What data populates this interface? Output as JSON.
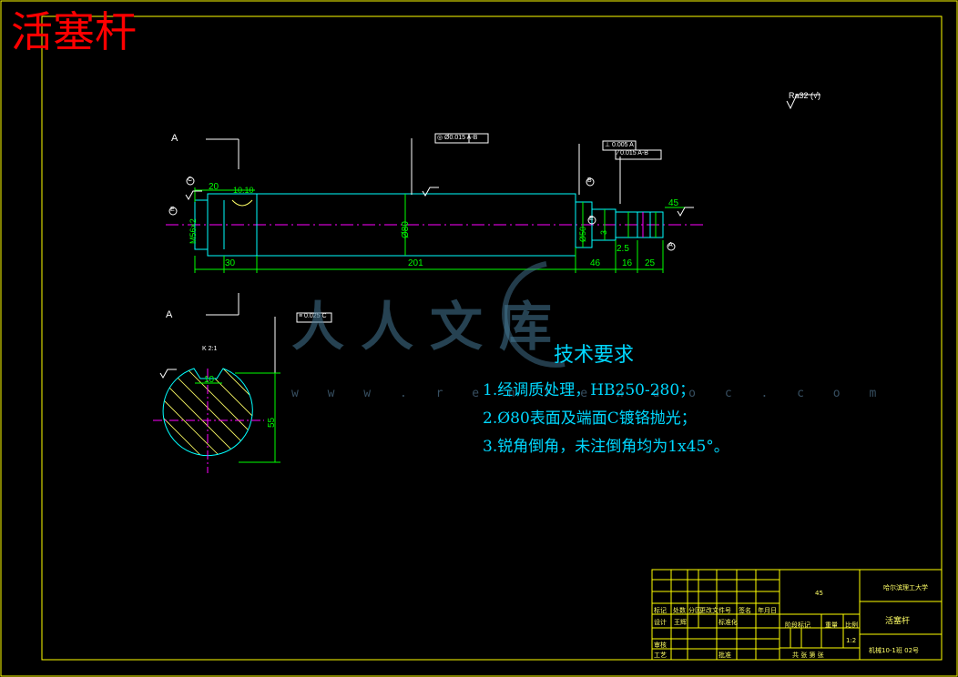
{
  "title": "活塞杆",
  "surface_roughness": "Ra32 (√)",
  "section_labels": {
    "a_top": "A",
    "a_bottom": "A",
    "detail_scale": "K 2:1"
  },
  "datums": {
    "c": "C",
    "e_left": "E",
    "e_mid": "E",
    "b": "B",
    "a": "A"
  },
  "tolerances": {
    "t1": "◎ Ø0.015 A-B",
    "t2": "⊥ 0.005 A",
    "t3": "∕ 0.015 A-B",
    "t4": "≡ 0.025 C"
  },
  "dimensions": {
    "d20": "20",
    "d10_10": "10.10",
    "d30": "30",
    "d201": "201",
    "d46": "46",
    "d16": "16",
    "d25": "25",
    "d2_5": "2.5",
    "d45": "45",
    "dphi80": "Ø80",
    "dphi50": "Ø50",
    "dphi56": "M56×2",
    "d3": "3",
    "d10b": "10",
    "d55": "55"
  },
  "tech_requirements": {
    "heading": "技术要求",
    "items": [
      "1.经调质处理，HB250-280；",
      "2.Ø80表面及端面C镀铬抛光；",
      "3.锐角倒角，未注倒角均为1x45°。"
    ]
  },
  "watermark": {
    "text": "人人文库",
    "url": "w w w . r e n r e n d o c . c o m"
  },
  "title_block": {
    "material": "45",
    "school": "哈尔滨理工大学",
    "part_name": "活塞杆",
    "drawing_no": "机械10-1班 02号",
    "scale": "1:2",
    "header_cells": [
      "标记",
      "处数",
      "分区",
      "更改文件号",
      "签名",
      "年月日"
    ],
    "design": "设计",
    "designer": "王辉",
    "standard": "标准化",
    "review": "审核",
    "process": "工艺",
    "approve": "批准",
    "stage_mark": "阶段标记",
    "weight": "重量",
    "ratio": "比例",
    "sheets": "共  张  第  张"
  },
  "colors": {
    "frame": "#ffff00",
    "outline": "#00ffff",
    "dimension": "#00ff00",
    "centerline": "#ff00ff",
    "title": "#ff0000",
    "text": "#00d8ff"
  }
}
